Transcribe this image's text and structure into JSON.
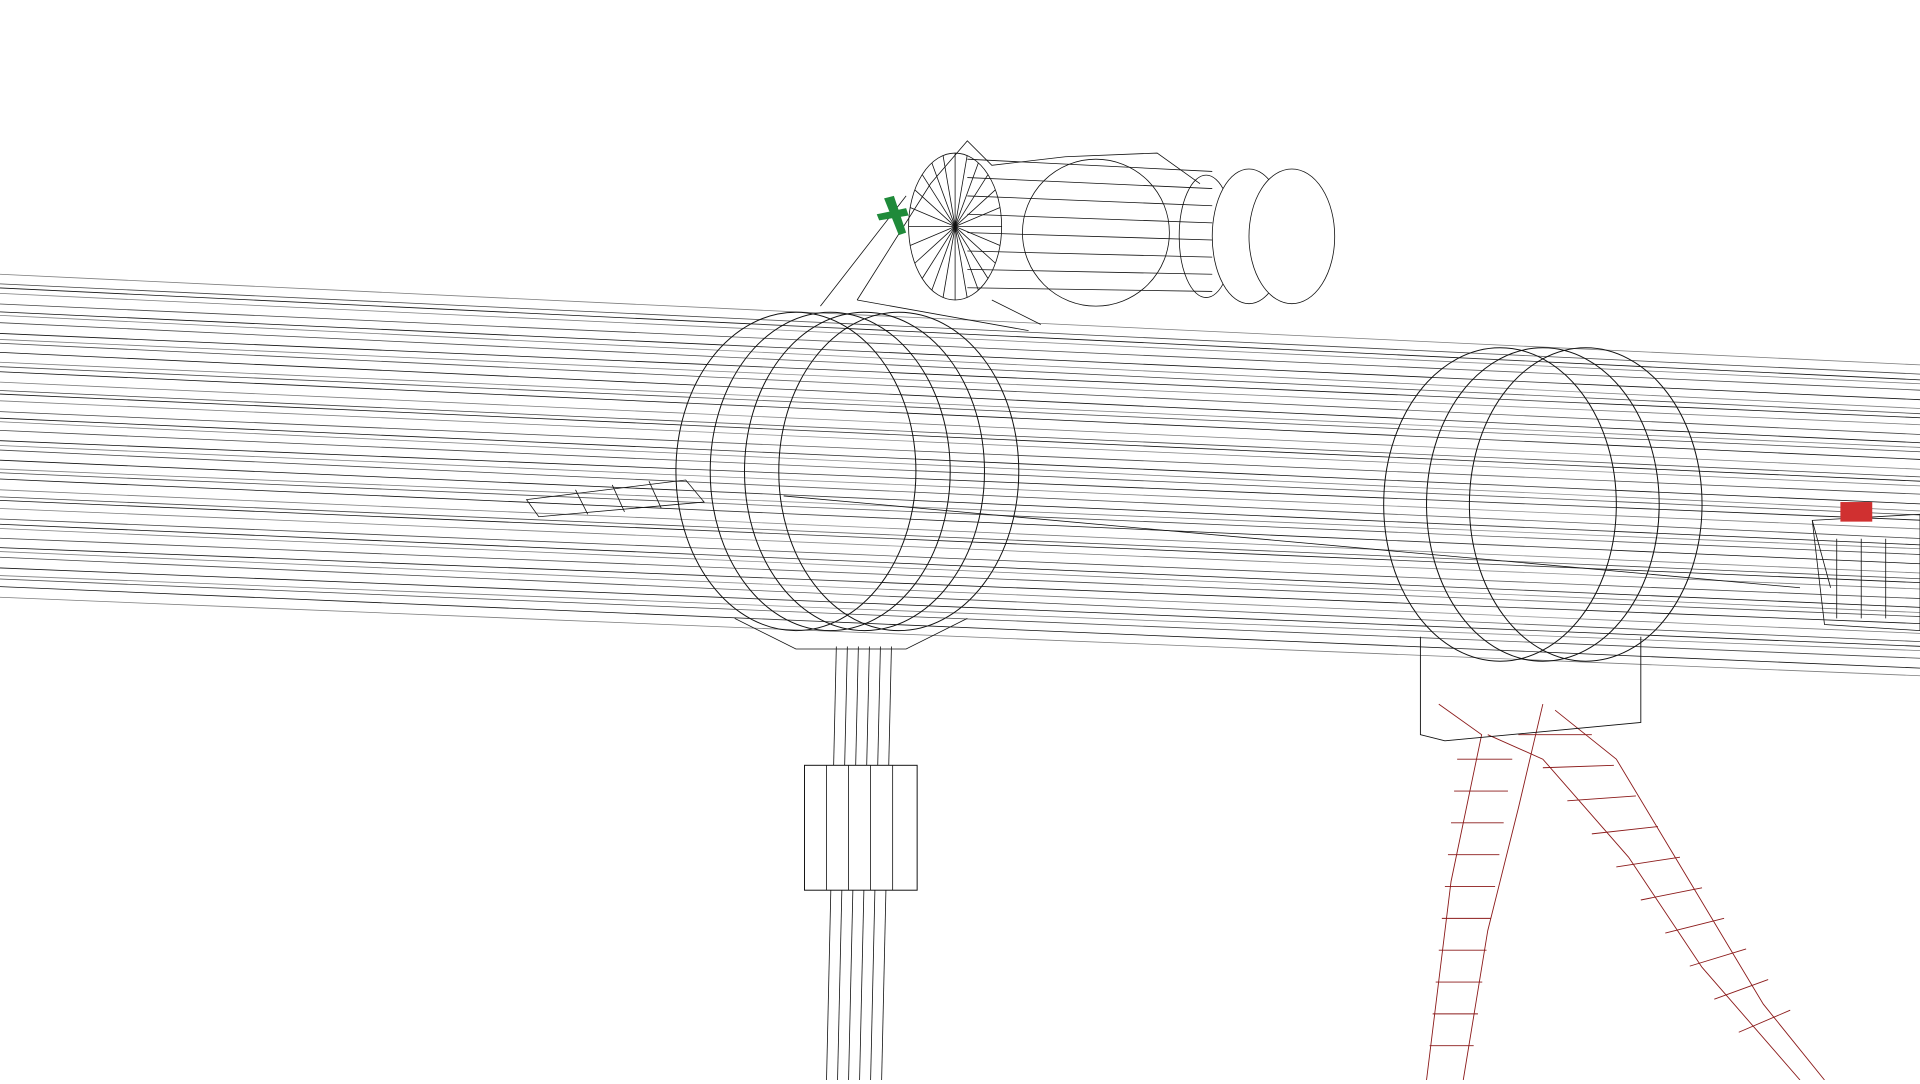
{
  "viewport": {
    "background": "#ffffff",
    "wire_color": "#111111",
    "leg_wire_color": "#8b1a1a",
    "marker_green": "#1f8a3a",
    "marker_red": "#d03030"
  },
  "parts": [
    "main-tube",
    "clamp-ring-left",
    "clamp-ring-right",
    "scope",
    "support-post",
    "bipod-legs",
    "green-marker",
    "red-marker"
  ]
}
